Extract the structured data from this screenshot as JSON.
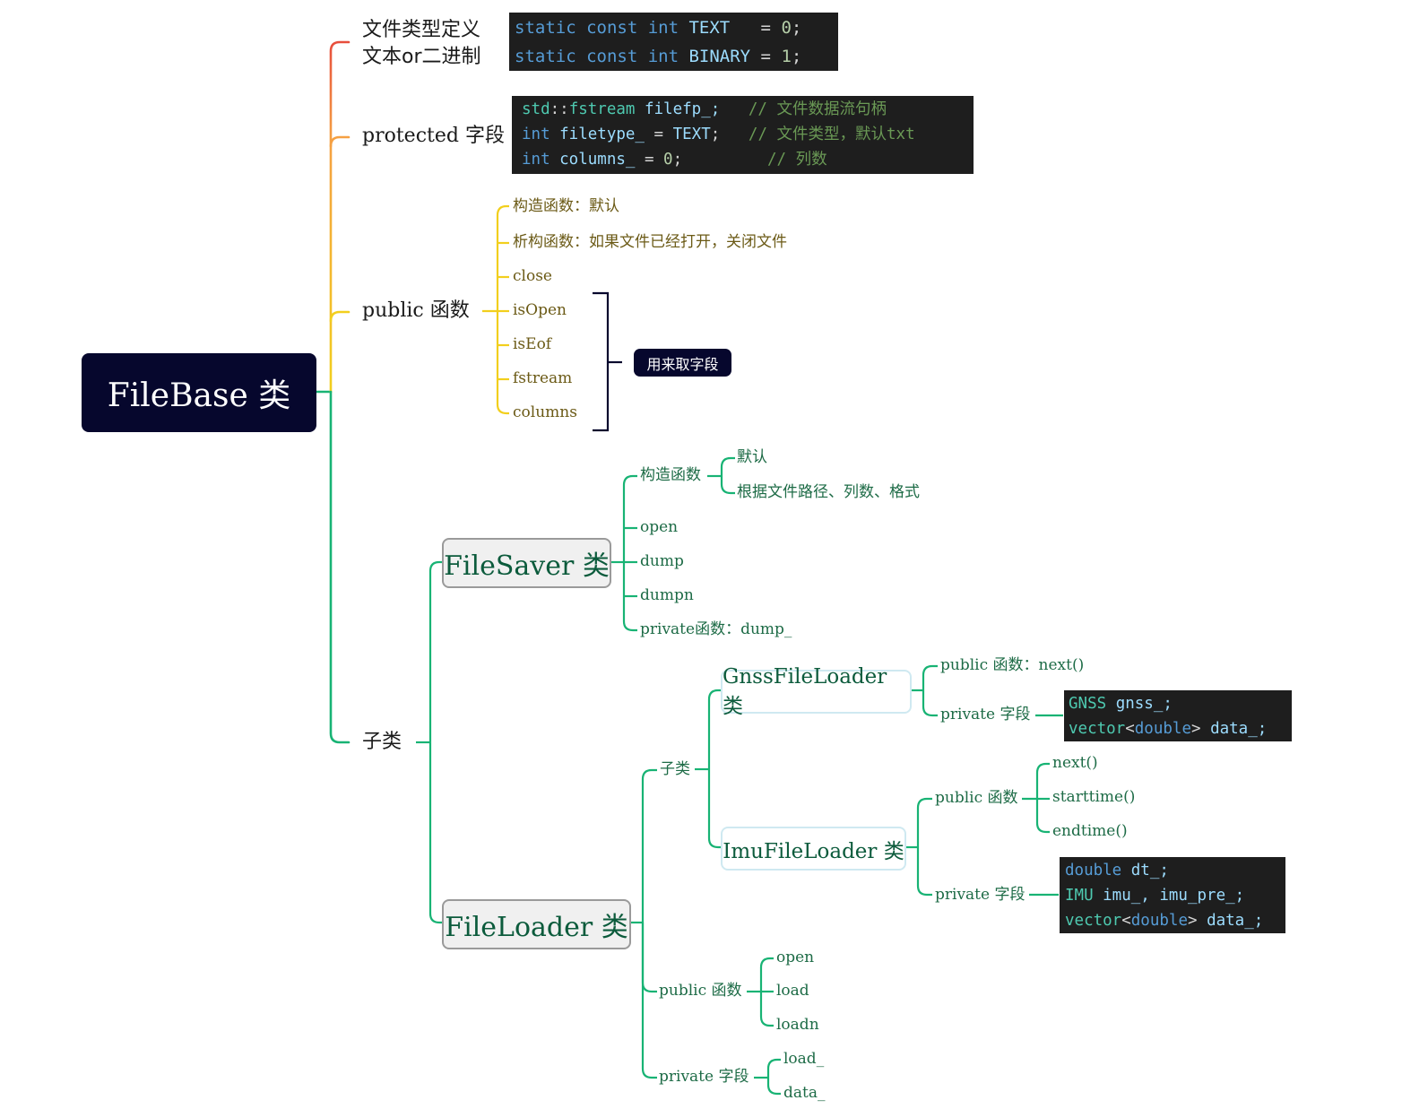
{
  "root": {
    "label": "FileBase 类"
  },
  "branches": {
    "type_def": {
      "line1": "文件类型定义",
      "line2": "文本or二进制"
    },
    "protected": {
      "label": "protected 字段"
    },
    "public_funcs": {
      "label": "public 函数",
      "items": [
        "构造函数：默认",
        "析构函数：如果文件已经打开，关闭文件",
        "close",
        "isOpen",
        "isEof",
        "fstream",
        "columns"
      ],
      "group_note": "用来取字段"
    },
    "subclass": {
      "label": "子类"
    }
  },
  "code_type_def": {
    "lines": [
      [
        {
          "t": "static const int",
          "c": "kw"
        },
        {
          "t": " TEXT   ",
          "c": "id"
        },
        {
          "t": "= ",
          "c": "wt"
        },
        {
          "t": "0",
          "c": "nm"
        },
        {
          "t": ";",
          "c": "wt"
        }
      ],
      [
        {
          "t": "static const int",
          "c": "kw"
        },
        {
          "t": " BINARY ",
          "c": "id"
        },
        {
          "t": "= ",
          "c": "wt"
        },
        {
          "t": "1",
          "c": "nm"
        },
        {
          "t": ";",
          "c": "wt"
        }
      ]
    ]
  },
  "code_protected": {
    "lines": [
      [
        {
          "t": "std",
          "c": "ty"
        },
        {
          "t": "::",
          "c": "wt"
        },
        {
          "t": "fstream",
          "c": "ty"
        },
        {
          "t": " filefp_;",
          "c": "id"
        },
        {
          "t": "   // 文件数据流句柄",
          "c": "cm"
        }
      ],
      [
        {
          "t": "int",
          "c": "kw"
        },
        {
          "t": " filetype_ ",
          "c": "id"
        },
        {
          "t": "= ",
          "c": "wt"
        },
        {
          "t": "TEXT",
          "c": "id"
        },
        {
          "t": ";",
          "c": "wt"
        },
        {
          "t": "   // 文件类型，默认txt",
          "c": "cm"
        }
      ],
      [
        {
          "t": "int",
          "c": "kw"
        },
        {
          "t": " columns_ ",
          "c": "id"
        },
        {
          "t": "= ",
          "c": "wt"
        },
        {
          "t": "0",
          "c": "nm"
        },
        {
          "t": ";",
          "c": "wt"
        },
        {
          "t": "         // 列数",
          "c": "cm"
        }
      ]
    ]
  },
  "filesaver": {
    "label": "FileSaver 类",
    "ctor": "构造函数",
    "ctor_items": [
      "默认",
      "根据文件路径、列数、格式"
    ],
    "items": [
      "open",
      "dump",
      "dumpn",
      "private函数：dump_"
    ]
  },
  "fileloader": {
    "label": "FileLoader 类",
    "subclass": "子类",
    "gnss": {
      "label": "GnssFileLoader 类",
      "public": "public 函数：next()",
      "private": "private 字段"
    },
    "imu": {
      "label": "ImuFileLoader 类",
      "public": "public 函数",
      "public_items": [
        "next()",
        "starttime()",
        "endtime()"
      ],
      "private": "private 字段"
    },
    "public": "public 函数",
    "public_items": [
      "open",
      "load",
      "loadn"
    ],
    "private": "private 字段",
    "private_items": [
      "load_",
      "data_"
    ]
  },
  "code_gnss": {
    "lines": [
      [
        {
          "t": "GNSS",
          "c": "ty"
        },
        {
          "t": " gnss_;",
          "c": "id"
        }
      ],
      [
        {
          "t": "vector",
          "c": "ty"
        },
        {
          "t": "<",
          "c": "wt"
        },
        {
          "t": "double",
          "c": "kw"
        },
        {
          "t": ">",
          "c": "wt"
        },
        {
          "t": " data_;",
          "c": "id"
        }
      ]
    ]
  },
  "code_imu": {
    "lines": [
      [
        {
          "t": "double",
          "c": "kw"
        },
        {
          "t": " dt_;",
          "c": "id"
        }
      ],
      [
        {
          "t": "IMU",
          "c": "ty"
        },
        {
          "t": " imu_, imu_pre_;",
          "c": "id"
        }
      ],
      [
        {
          "t": "vector",
          "c": "ty"
        },
        {
          "t": "<",
          "c": "wt"
        },
        {
          "t": "double",
          "c": "kw"
        },
        {
          "t": ">",
          "c": "wt"
        },
        {
          "t": " data_;",
          "c": "id"
        }
      ]
    ]
  },
  "colors": {
    "red": "#e74c3c",
    "orange": "#f5a042",
    "yellow": "#f2cf1d",
    "green": "#18b374",
    "navy": "#06072d",
    "code_bg": "#1e1e1e"
  }
}
